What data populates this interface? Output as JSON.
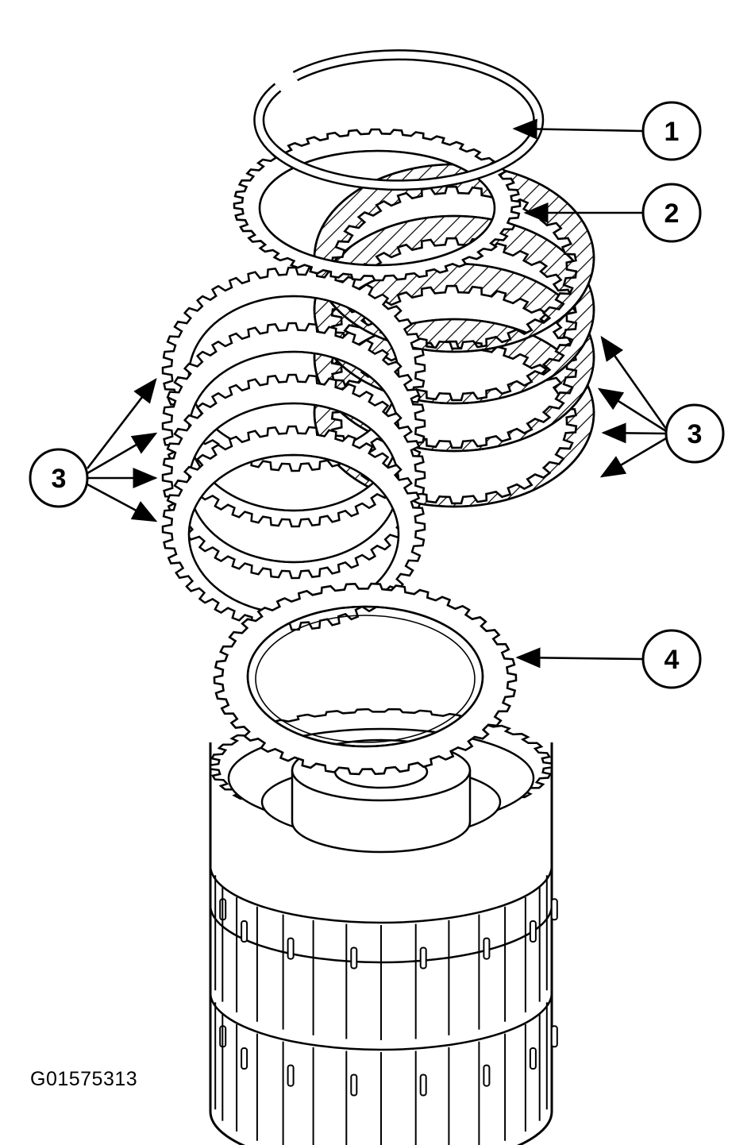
{
  "figure_code": "G01575313",
  "callouts": [
    {
      "id": "1",
      "label": "1"
    },
    {
      "id": "2",
      "label": "2"
    },
    {
      "id": "3",
      "label": "3"
    },
    {
      "id": "4",
      "label": "4"
    }
  ],
  "colors": {
    "ink": "#000000",
    "paper": "#ffffff"
  }
}
